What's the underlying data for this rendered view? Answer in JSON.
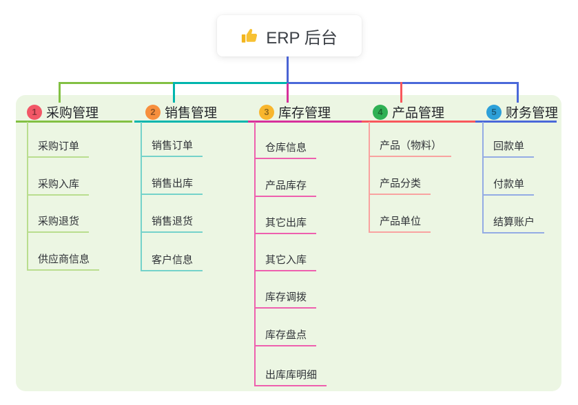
{
  "root": {
    "title": "ERP 后台",
    "icon": "thumbs-up-icon"
  },
  "canvas": {
    "background": "#ffffff",
    "panel_color": "#ecf6e3",
    "root_connector_color": "#4a63d4"
  },
  "branches": [
    {
      "num": "1",
      "label": "采购管理",
      "badge_color": "#f25767",
      "line_color": "#82c043",
      "light_color": "#b9dd8e",
      "children": [
        "采购订单",
        "采购入库",
        "采购退货",
        "供应商信息"
      ]
    },
    {
      "num": "2",
      "label": "销售管理",
      "badge_color": "#f78f3d",
      "line_color": "#00b5ad",
      "light_color": "#74d2ca",
      "children": [
        "销售订单",
        "销售出库",
        "销售退货",
        "客户信息"
      ]
    },
    {
      "num": "3",
      "label": "库存管理",
      "badge_color": "#f8b62d",
      "line_color": "#d6309b",
      "light_color": "#ee5fae",
      "children": [
        "仓库信息",
        "产品库存",
        "其它出库",
        "其它入库",
        "库存调拨",
        "库存盘点",
        "出库库明细"
      ]
    },
    {
      "num": "4",
      "label": "产品管理",
      "badge_color": "#2fb054",
      "line_color": "#f8575c",
      "light_color": "#f9a2a0",
      "children": [
        "产品（物料）",
        "产品分类",
        "产品单位"
      ]
    },
    {
      "num": "5",
      "label": "财务管理",
      "badge_color": "#2da0d9",
      "line_color": "#4a68d9",
      "light_color": "#93abe4",
      "children": [
        "回款单",
        "付款单",
        "结算账户"
      ]
    }
  ]
}
